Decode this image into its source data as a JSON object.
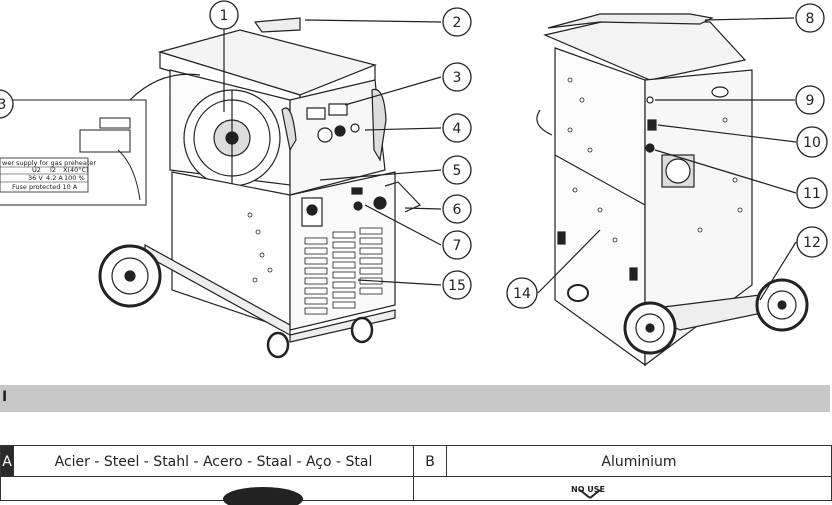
{
  "figure": {
    "callouts_left": [
      "1",
      "2",
      "3",
      "4",
      "5",
      "6",
      "7",
      "15",
      "3"
    ],
    "callouts_right": [
      "8",
      "9",
      "10",
      "11",
      "12",
      "14"
    ],
    "inset": {
      "line1": "wer supply for gas preheater",
      "col_u2": "U2",
      "col_i2": "I2",
      "col_x": "X(40°C)",
      "val_u2": "36 V",
      "val_i2": "4.2 A",
      "val_x": "100 %",
      "fuse": "Fuse protected 10 A"
    }
  },
  "section": {
    "label": "I"
  },
  "table": {
    "col_a_letter": "A",
    "col_a_title": "Acier - Steel - Stahl - Acero - Staal - Aço - Stal",
    "col_b_letter": "B",
    "col_b_title": "Aluminium",
    "col_b_note": "NO USE"
  }
}
